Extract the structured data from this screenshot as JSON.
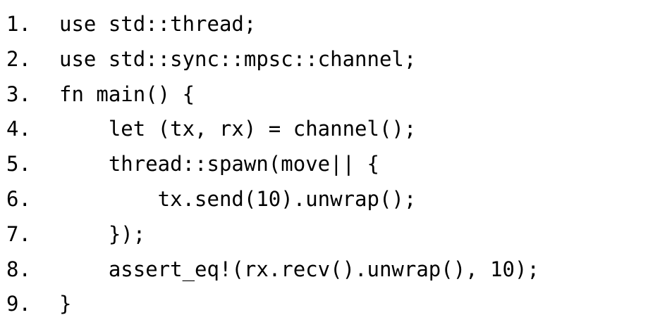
{
  "document": {
    "language": "rust",
    "background_color": "#ffffff",
    "text_color": "#000000",
    "line_count": 9
  },
  "code": {
    "lines": [
      {
        "number": "1.",
        "text": "use std::thread;"
      },
      {
        "number": "2.",
        "text": "use std::sync::mpsc::channel;"
      },
      {
        "number": "3.",
        "text": "fn main() {"
      },
      {
        "number": "4.",
        "text": "    let (tx, rx) = channel();"
      },
      {
        "number": "5.",
        "text": "    thread::spawn(move|| {"
      },
      {
        "number": "6.",
        "text": "        tx.send(10).unwrap();"
      },
      {
        "number": "7.",
        "text": "    });"
      },
      {
        "number": "8.",
        "text": "    assert_eq!(rx.recv().unwrap(), 10);"
      },
      {
        "number": "9.",
        "text": "}"
      }
    ]
  }
}
